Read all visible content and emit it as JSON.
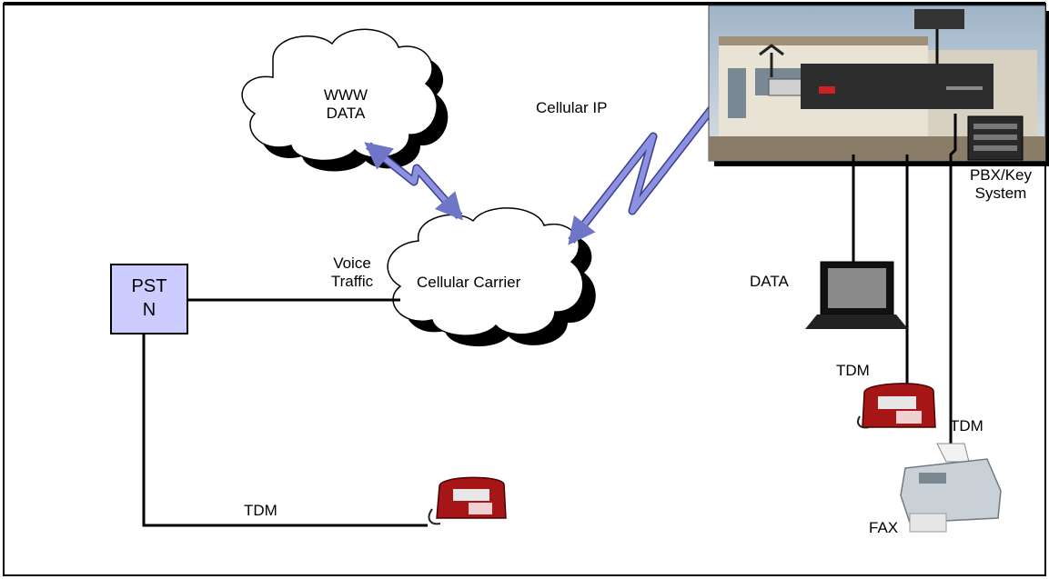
{
  "diagram": {
    "clouds": {
      "www": {
        "line1": "WWW",
        "line2": "DATA"
      },
      "carrier": {
        "label": "Cellular Carrier"
      }
    },
    "pstn": {
      "line1": "PST",
      "line2": "N"
    },
    "links": {
      "cellular_ip": "Cellular IP",
      "voice_traffic_1": "Voice",
      "voice_traffic_2": "Traffic",
      "tdm_bottom": "TDM",
      "tdm_phone_right": "TDM",
      "tdm_fax": "TDM"
    },
    "devices": {
      "data": "DATA",
      "fax": "FAX",
      "pbx_1": "PBX/Key",
      "pbx_2": "System"
    },
    "colors": {
      "pstn_fill": "#ccccff",
      "arrow": "#7f86d6",
      "phone_red": "#b01818"
    }
  }
}
